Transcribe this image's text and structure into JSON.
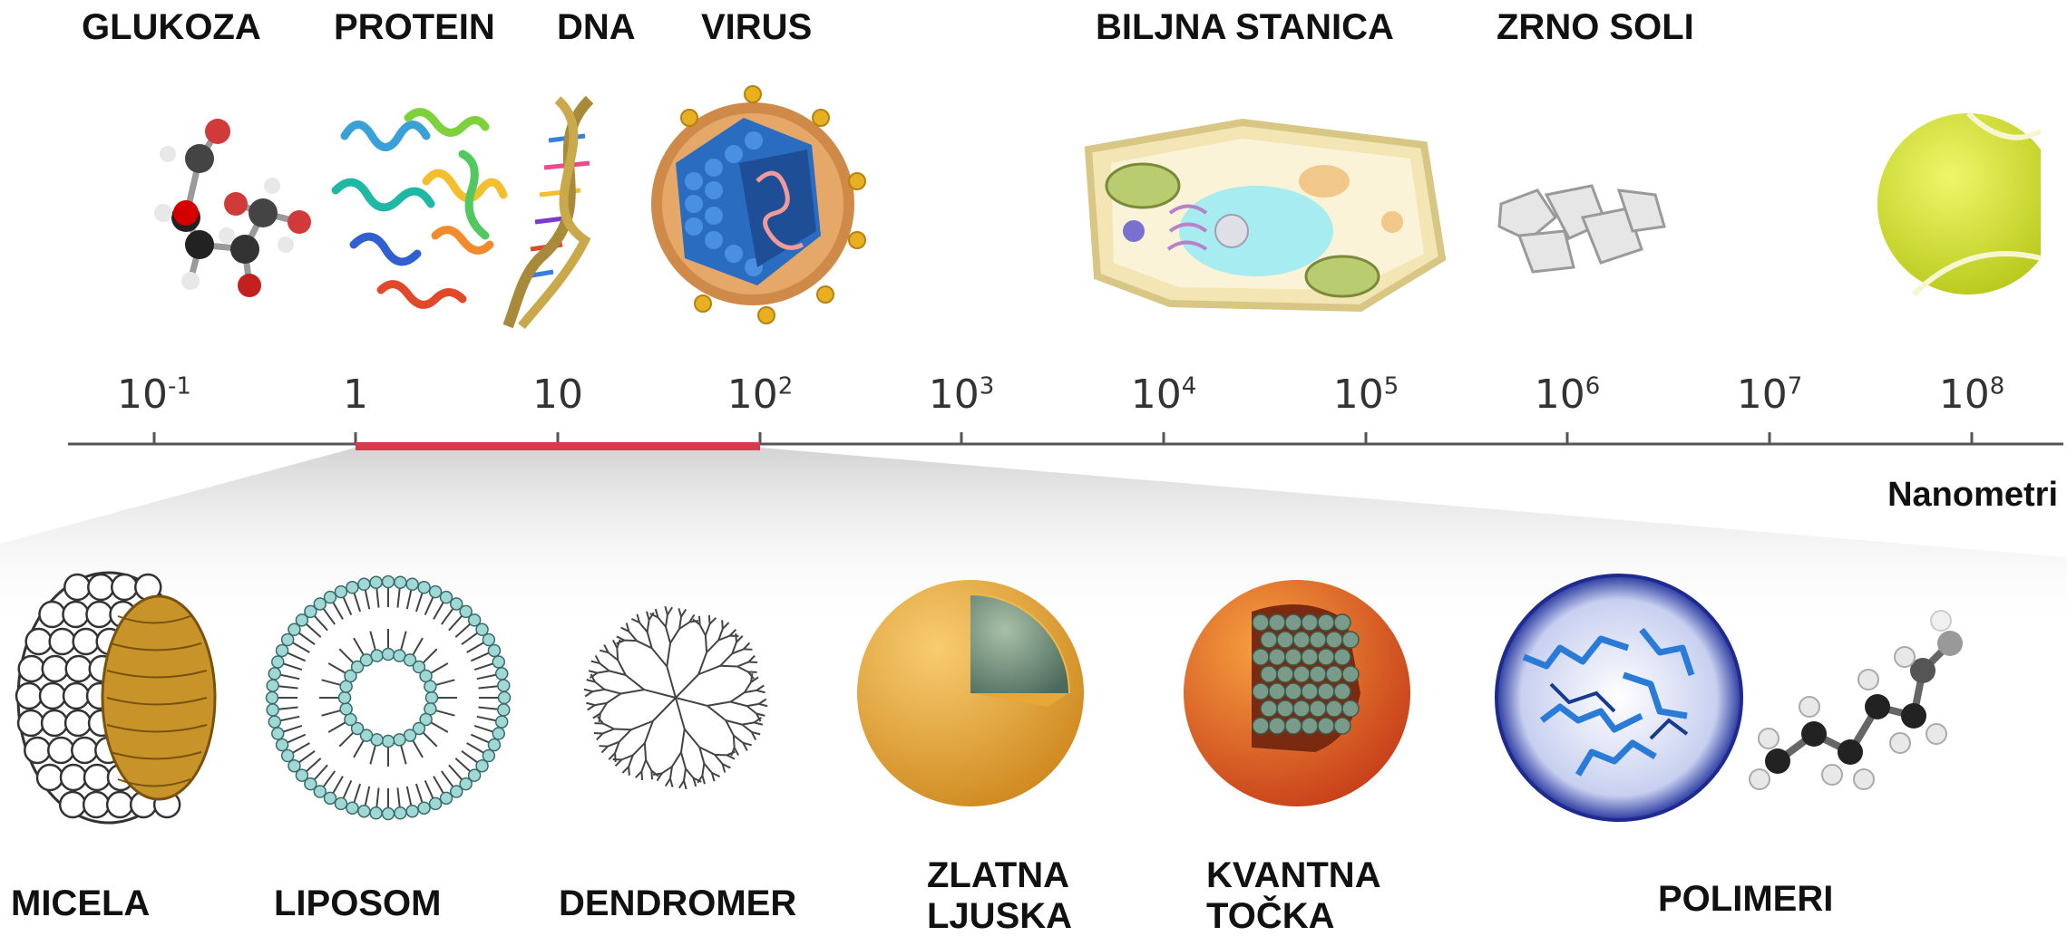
{
  "top_labels": {
    "glukoza": "GLUKOZA",
    "protein": "PROTEIN",
    "dna": "DNA",
    "virus": "VIRUS",
    "biljna_stanica": "BILJNA STANICA",
    "zrno_soli": "ZRNO SOLI"
  },
  "scale": {
    "ticks": [
      {
        "base": "10",
        "exp": "-1"
      },
      {
        "base": "1",
        "exp": ""
      },
      {
        "base": "10",
        "exp": ""
      },
      {
        "base": "10",
        "exp": "2"
      },
      {
        "base": "10",
        "exp": "3"
      },
      {
        "base": "10",
        "exp": "4"
      },
      {
        "base": "10",
        "exp": "5"
      },
      {
        "base": "10",
        "exp": "6"
      },
      {
        "base": "10",
        "exp": "7"
      },
      {
        "base": "10",
        "exp": "8"
      }
    ],
    "unit": "Nanometri",
    "highlight_color": "#d9384f"
  },
  "bottom_labels": {
    "micela": "MICELA",
    "liposom": "LIPOSOM",
    "dendromer": "DENDROMER",
    "zlatna_line1": "ZLATNA",
    "zlatna_line2": "LJUSKA",
    "kvantna_line1": "KVANTNA",
    "kvantna_line2": "TOČKA",
    "polimeri": "POLIMERI"
  }
}
